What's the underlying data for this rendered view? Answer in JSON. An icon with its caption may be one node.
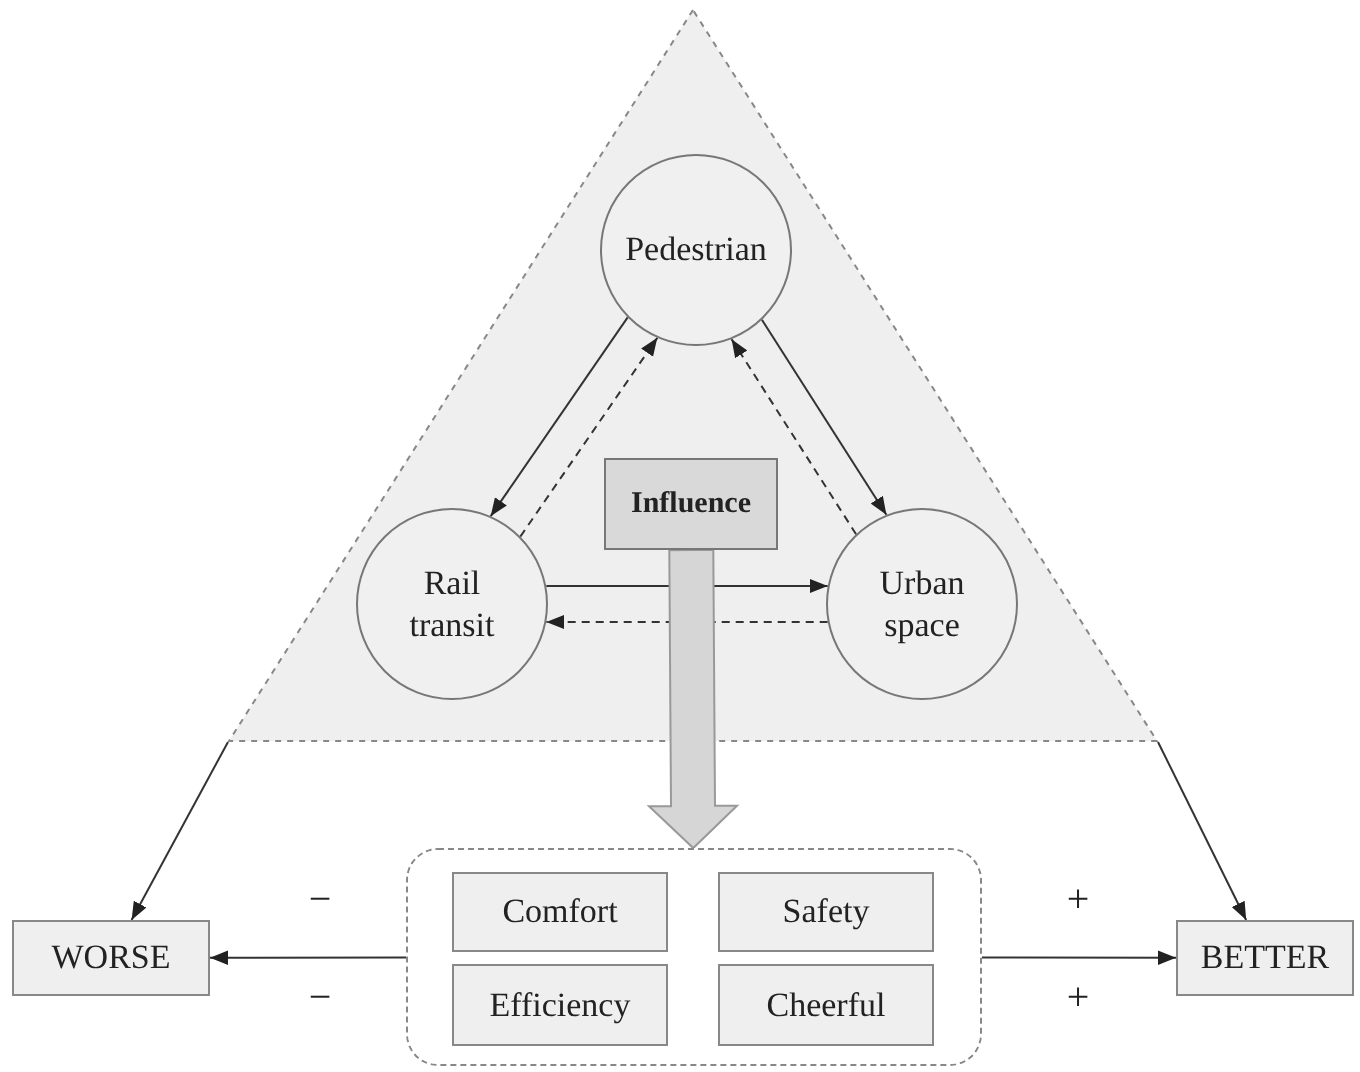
{
  "diagram": {
    "nodes": [
      {
        "text": [],
        "shape": "triangle"
      },
      {
        "text": [
          "Pedestrian"
        ],
        "in": 0
      },
      {
        "text": [
          "Rail transit"
        ],
        "in": 0
      },
      {
        "text": [
          "Urban space"
        ],
        "in": 0
      },
      {
        "text": [
          "Influence"
        ],
        "in": 0
      },
      {
        "text": [],
        "shape": "box"
      },
      {
        "text": [
          "Comfort"
        ],
        "in": 5
      },
      {
        "text": [
          "Safety"
        ],
        "in": 5
      },
      {
        "text": [
          "Efficiency"
        ],
        "in": 5
      },
      {
        "text": [
          "Cheerful"
        ],
        "in": 5
      },
      {
        "text": [
          "WORSE"
        ]
      },
      {
        "text": [
          "BETTER"
        ]
      }
    ],
    "edges": [
      {
        "from": 1,
        "to": 2,
        "arrow": "to"
      },
      {
        "from": 2,
        "to": 1,
        "arrow": "to",
        "style": "dashed"
      },
      {
        "from": 1,
        "to": 3,
        "arrow": "to"
      },
      {
        "from": 3,
        "to": 1,
        "arrow": "to",
        "style": "dashed"
      },
      {
        "from": 2,
        "to": 3,
        "arrow": "to"
      },
      {
        "from": 3,
        "to": 2,
        "arrow": "to",
        "style": "dashed"
      },
      {
        "from": 4,
        "to": 5,
        "arrow": "to",
        "style": "thick"
      },
      {
        "from": 0,
        "to": 10,
        "arrow": "to"
      },
      {
        "from": 0,
        "to": 11,
        "arrow": "to"
      },
      {
        "from": 5,
        "to": 10,
        "arrow": "to"
      },
      {
        "from": 5,
        "to": 11,
        "arrow": "to"
      }
    ],
    "labels": [
      "−",
      "+",
      "−",
      "+"
    ]
  }
}
